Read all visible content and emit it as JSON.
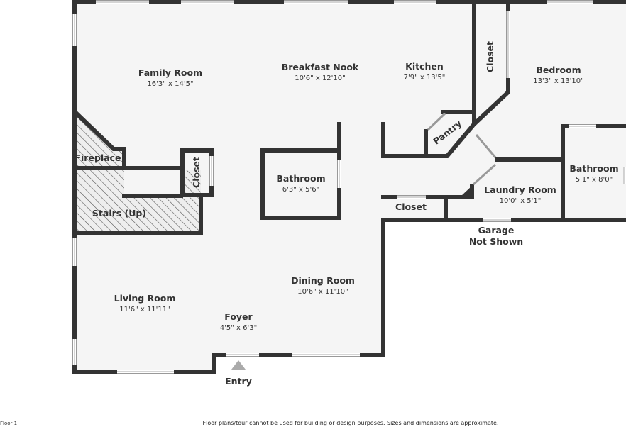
{
  "floor_label": "Floor 1",
  "disclaimer": "Floor plans/tour cannot be used for building or design purposes. Sizes and dimensions are approximate.",
  "colors": {
    "wall": "#333333",
    "floor": "#f5f5f5"
  },
  "rooms": [
    {
      "name": "Family Room",
      "dim": "16'3\" x 14'5\""
    },
    {
      "name": "Breakfast Nook",
      "dim": "10'6\" x 12'10\""
    },
    {
      "name": "Kitchen",
      "dim": "7'9\" x 13'5\""
    },
    {
      "name": "Bedroom",
      "dim": "13'3\" x 13'10\""
    },
    {
      "name": "Bathroom",
      "dim": "6'3\" x 5'6\""
    },
    {
      "name": "Bathroom",
      "dim": "5'1\" x 8'0\""
    },
    {
      "name": "Laundry Room",
      "dim": "10'0\" x 5'1\""
    },
    {
      "name": "Dining Room",
      "dim": "10'6\" x 11'10\""
    },
    {
      "name": "Living Room",
      "dim": "11'6\" x 11'11\""
    },
    {
      "name": "Foyer",
      "dim": "4'5\" x 6'3\""
    }
  ],
  "labels": {
    "closet_top": "Closet",
    "pantry": "Pantry",
    "fireplace": "Fireplace",
    "closet_stairs": "Closet",
    "stairs": "Stairs (Up)",
    "closet_laundry": "Closet",
    "garage_1": "Garage",
    "garage_2": "Not Shown",
    "entry": "Entry"
  }
}
